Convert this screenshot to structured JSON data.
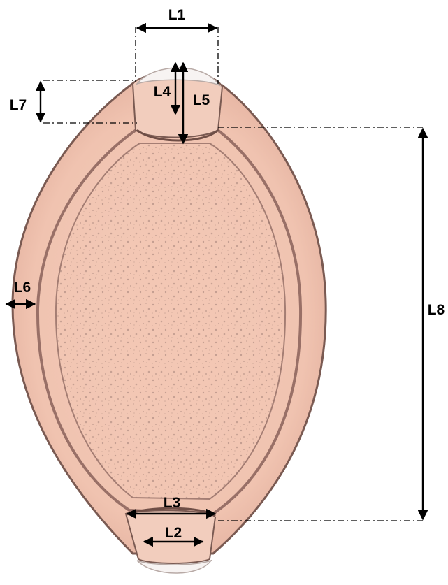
{
  "diagram": {
    "subject": "parasite egg with polar plugs and measurement annotations",
    "colors": {
      "body_fill": "#f0c6b4",
      "inner_fill": "#f4c9b6",
      "shell_stroke": "#7a5a52",
      "plug_fill": "#f7f3f2",
      "annotation": "#000000"
    },
    "labels": {
      "l1": "L1",
      "l2": "L2",
      "l3": "L3",
      "l4": "L4",
      "l5": "L5",
      "l6": "L6",
      "l7": "L7",
      "l8": "L8"
    }
  }
}
